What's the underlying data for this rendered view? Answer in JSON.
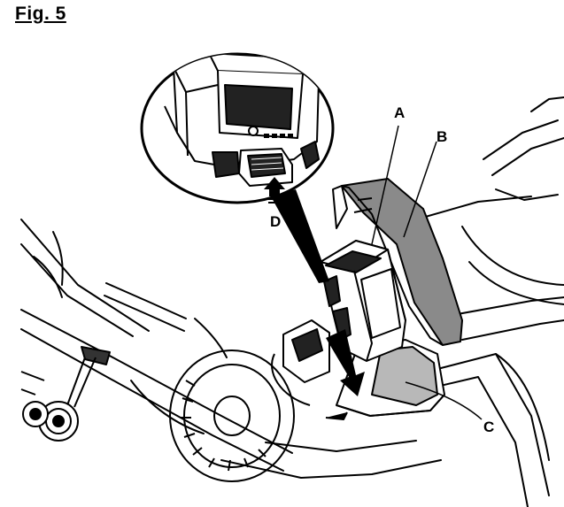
{
  "figure": {
    "title": "Fig. 5"
  },
  "callouts": {
    "a": "A",
    "b": "B",
    "c": "C",
    "d": "D"
  },
  "colors": {
    "lid_gray": "#8a8a8a",
    "cavity_gray": "#b8b8b8",
    "line": "#000000"
  },
  "icons": [
    "insertion-arrow-icon",
    "magnifier-inset"
  ]
}
